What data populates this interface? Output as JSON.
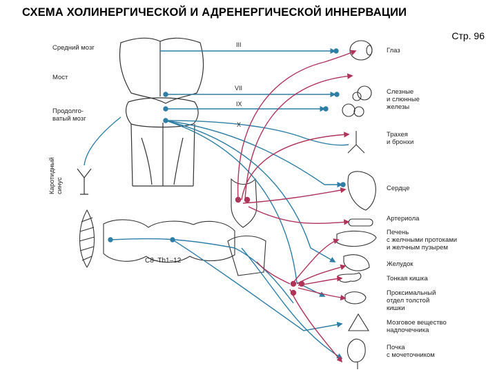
{
  "title": "СХЕМА ХОЛИНЕРГИЧЕСКОЙ И АДРЕНЕРГИЧЕСКОЙ ИННЕРВАЦИИ",
  "page": "Стр. 96",
  "left_labels": {
    "midbrain": "Средний мозг",
    "pons": "Мост",
    "medulla_1": "Продолго-",
    "medulla_2": "ватый мозг",
    "carotid_1": "Каротидный",
    "carotid_2": "синус"
  },
  "nerves": {
    "iii": "III",
    "vii": "VII",
    "ix": "IX",
    "x": "X"
  },
  "spine": {
    "segment": "C8–Th1–12"
  },
  "organs": {
    "eye": "Глаз",
    "glands_1": "Слезные",
    "glands_2": "и слюнные",
    "glands_3": "железы",
    "trachea_1": "Трахея",
    "trachea_2": "и бронхи",
    "heart": "Сердце",
    "arteriole": "Артериола",
    "liver_1": "Печень",
    "liver_2": "с желчными протоками",
    "liver_3": "и желчным пузырем",
    "stomach": "Желудок",
    "small_intestine": "Тонкая кишка",
    "colon_1": "Проксимальный",
    "colon_2": "отдел толстой",
    "colon_3": "кишки",
    "adrenal_1": "Мозговое вещество",
    "adrenal_2": "надпочечника",
    "kidney_1": "Почка",
    "kidney_2": "с мочеточником"
  },
  "colors": {
    "cholinergic": "#2e7ea6",
    "adrenergic": "#b0345a",
    "outline": "#333333"
  }
}
